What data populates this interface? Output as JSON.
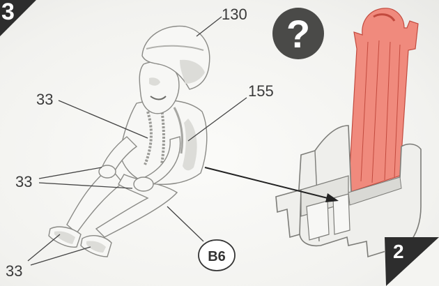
{
  "step_number": "3",
  "callouts": {
    "helmet": "130",
    "body": "155",
    "chest": "33",
    "hands": "33",
    "feet": "33"
  },
  "part_ref": "B6",
  "question_symbol": "?",
  "sub_step": "2",
  "colors": {
    "dark_tab": "#2d2d2d",
    "seat_part": "#f08a7d",
    "question_badge": "#4a4a48"
  }
}
